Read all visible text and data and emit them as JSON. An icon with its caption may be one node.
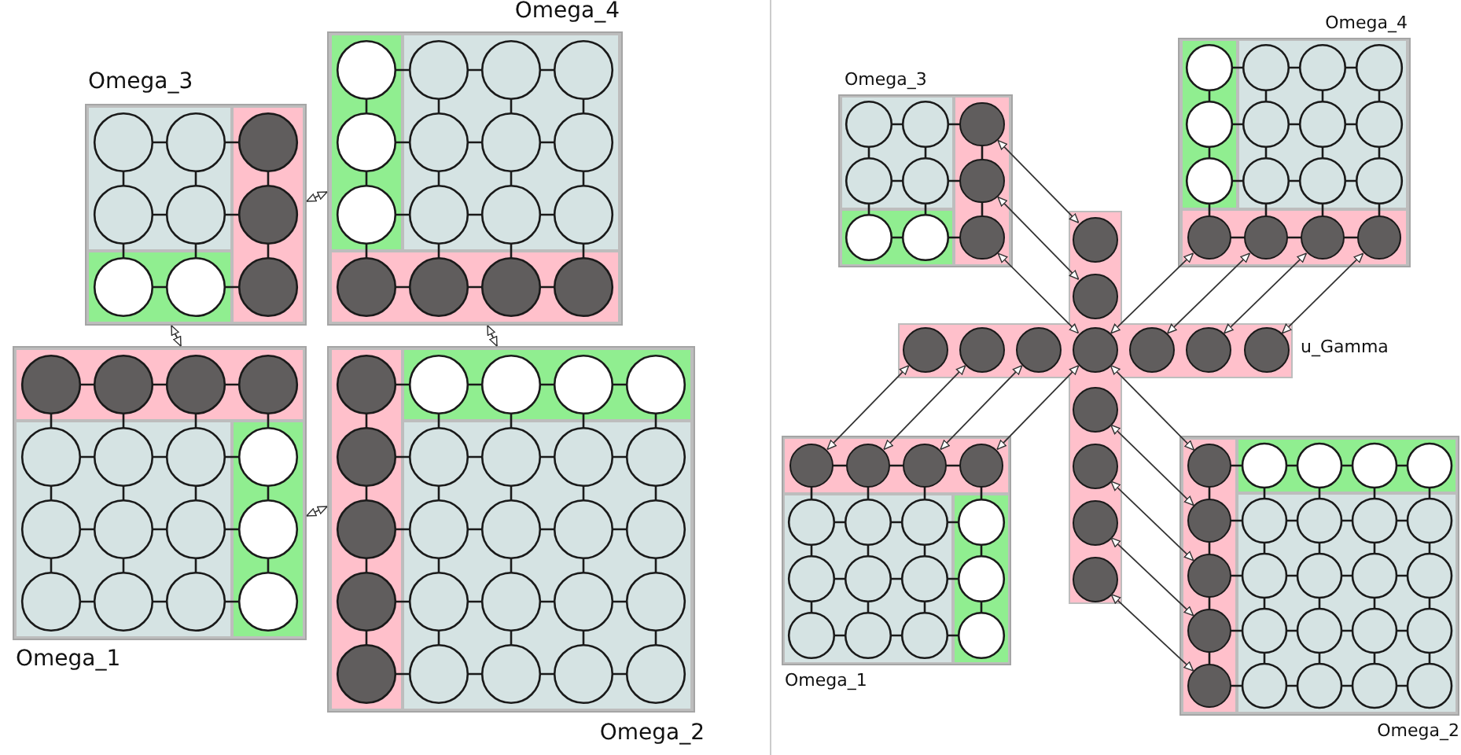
{
  "diagram": {
    "nodes": [
      {
        "text": [
          "Omega_3"
        ]
      },
      {
        "text": [
          "Omega_4"
        ]
      },
      {
        "text": [
          "Omega_1"
        ]
      },
      {
        "text": [
          "Omega_2"
        ]
      },
      {
        "text": [
          "Omega_3"
        ]
      },
      {
        "text": [],
        "shape": "circle",
        "in": 4
      },
      {
        "text": [],
        "shape": "circle",
        "in": 4
      },
      {
        "text": [],
        "shape": "circle",
        "in": 4
      },
      {
        "text": [
          "Omega_4"
        ]
      },
      {
        "text": [],
        "shape": "circle",
        "in": 8
      },
      {
        "text": [],
        "shape": "circle",
        "in": 8
      },
      {
        "text": [],
        "shape": "circle",
        "in": 8
      },
      {
        "text": [],
        "shape": "circle",
        "in": 8
      },
      {
        "text": [
          "u_Gamma"
        ]
      },
      {
        "text": [],
        "shape": "circle",
        "in": 13
      },
      {
        "text": [],
        "shape": "circle",
        "in": 13
      },
      {
        "text": [],
        "shape": "circle",
        "in": 13
      },
      {
        "text": [],
        "shape": "circle",
        "in": 13
      },
      {
        "text": [],
        "shape": "circle",
        "in": 13
      },
      {
        "text": [],
        "shape": "circle",
        "in": 13
      },
      {
        "text": [],
        "shape": "circle",
        "in": 13
      },
      {
        "text": [],
        "shape": "circle",
        "in": 13
      },
      {
        "text": [],
        "shape": "circle",
        "in": 13
      },
      {
        "text": [],
        "shape": "circle",
        "in": 13
      },
      {
        "text": [],
        "shape": "circle",
        "in": 13
      },
      {
        "text": [],
        "shape": "circle",
        "in": 13
      },
      {
        "text": [],
        "shape": "circle",
        "in": 13
      },
      {
        "text": [
          "Omega_1"
        ]
      },
      {
        "text": [],
        "shape": "circle",
        "in": 27
      },
      {
        "text": [],
        "shape": "circle",
        "in": 27
      },
      {
        "text": [],
        "shape": "circle",
        "in": 27
      },
      {
        "text": [],
        "shape": "circle",
        "in": 27
      },
      {
        "text": [
          "Omega_2"
        ]
      },
      {
        "text": [],
        "shape": "circle",
        "in": 32
      },
      {
        "text": [],
        "shape": "circle",
        "in": 32
      },
      {
        "text": [],
        "shape": "circle",
        "in": 32
      },
      {
        "text": [],
        "shape": "circle",
        "in": 32
      },
      {
        "text": [],
        "shape": "circle",
        "in": 32
      }
    ],
    "edges": [
      {
        "from": 0,
        "to": 1,
        "arrow": "both"
      },
      {
        "from": 0,
        "to": 2,
        "arrow": "both"
      },
      {
        "from": 1,
        "to": 3,
        "arrow": "both"
      },
      {
        "from": 2,
        "to": 3,
        "arrow": "both"
      },
      {
        "from": 5,
        "to": 14,
        "arrow": "both"
      },
      {
        "from": 6,
        "to": 15,
        "arrow": "both"
      },
      {
        "from": 7,
        "to": 19,
        "arrow": "both"
      },
      {
        "from": 9,
        "to": 19,
        "arrow": "both"
      },
      {
        "from": 10,
        "to": 20,
        "arrow": "both"
      },
      {
        "from": 11,
        "to": 21,
        "arrow": "both"
      },
      {
        "from": 12,
        "to": 22,
        "arrow": "both"
      },
      {
        "from": 28,
        "to": 16,
        "arrow": "both"
      },
      {
        "from": 29,
        "to": 17,
        "arrow": "both"
      },
      {
        "from": 30,
        "to": 18,
        "arrow": "both"
      },
      {
        "from": 31,
        "to": 19,
        "arrow": "both"
      },
      {
        "from": 33,
        "to": 19,
        "arrow": "both"
      },
      {
        "from": 34,
        "to": 23,
        "arrow": "both"
      },
      {
        "from": 35,
        "to": 24,
        "arrow": "both"
      },
      {
        "from": 36,
        "to": 25,
        "arrow": "both"
      },
      {
        "from": 37,
        "to": 26,
        "arrow": "both"
      }
    ]
  }
}
